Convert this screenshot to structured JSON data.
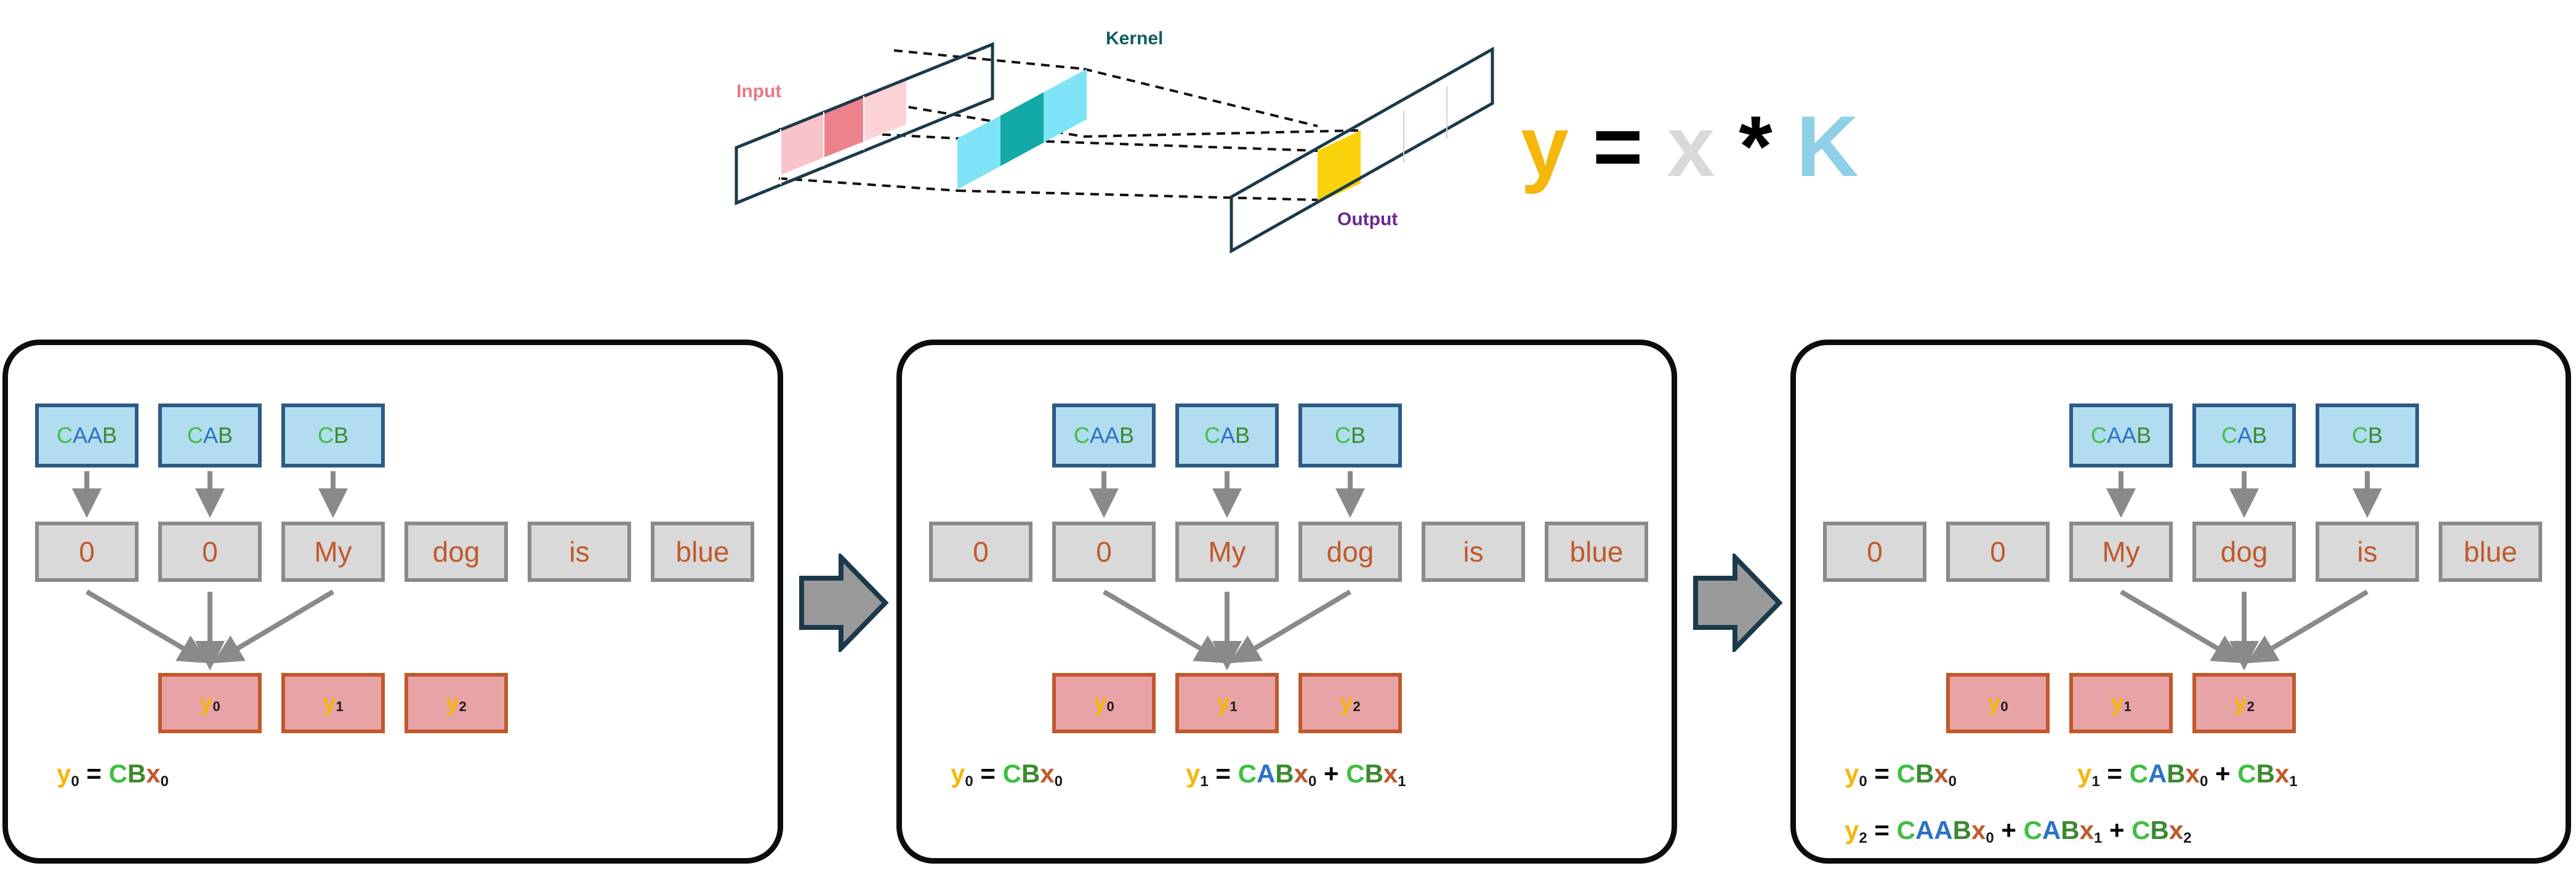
{
  "top": {
    "label_input": "Input",
    "label_kernel": "Kernel",
    "label_output": "Output",
    "equation": {
      "y": "y",
      "eq": "=",
      "x": "x",
      "star": "*",
      "k": "K"
    }
  },
  "colors": {
    "y": "#f5b70a",
    "x": "#d9d9d9",
    "k": "#8fcfe8",
    "input_label": "#e97a86",
    "kernel_label": "#0f5e5e",
    "output_label": "#6a2a8a",
    "kernel_cyan": "#7fe3f7",
    "kernel_teal": "#12a9a6",
    "output_fill": "#f9d20b"
  },
  "kernel_labels": {
    "k0": {
      "c": "C",
      "a1": "A",
      "a2": "A",
      "b": "B"
    },
    "k1": {
      "c": "C",
      "a": "A",
      "b": "B"
    },
    "k2": {
      "c": "C",
      "b": "B"
    }
  },
  "tokens": [
    "0",
    "0",
    "My",
    "dog",
    "is",
    "blue"
  ],
  "outputs": [
    {
      "y": "y",
      "s": "0"
    },
    {
      "y": "y",
      "s": "1"
    },
    {
      "y": "y",
      "s": "2"
    }
  ],
  "panels": [
    {
      "name": "panel-1"
    },
    {
      "name": "panel-2"
    },
    {
      "name": "panel-3"
    }
  ],
  "equations": {
    "y0": {
      "y": "y",
      "ys": "0",
      "eq": "=",
      "c": "C",
      "b": "B",
      "x": "x",
      "xs": "0"
    },
    "y1": {
      "y": "y",
      "ys": "1",
      "eq": "=",
      "c": "C",
      "a": "A",
      "b": "B",
      "x0": "x",
      "x0s": "0",
      "plus": "+",
      "c2": "C",
      "b2": "B",
      "x1": "x",
      "x1s": "1"
    },
    "y2": {
      "y": "y",
      "ys": "2",
      "eq": "=",
      "c": "C",
      "a1": "A",
      "a2": "A",
      "b": "B",
      "x0": "x",
      "x0s": "0",
      "plus1": "+",
      "c2": "C",
      "a3": "A",
      "b2": "B",
      "x1": "x",
      "x1s": "1",
      "plus2": "+",
      "c3": "C",
      "b3": "B",
      "x2": "x",
      "x2s": "2"
    }
  }
}
